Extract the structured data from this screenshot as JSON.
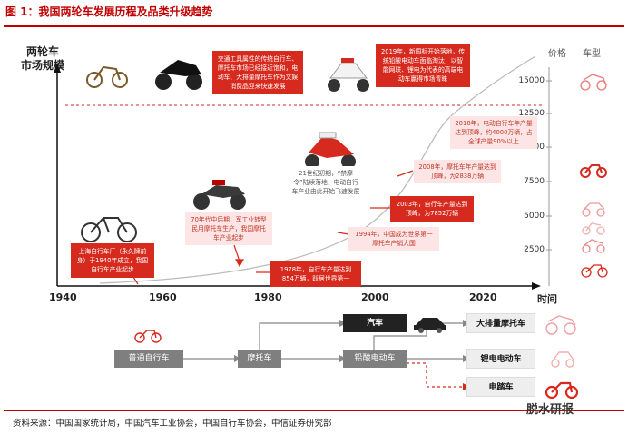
{
  "title": "图 1：我国两轮车发展历程及品类升级趋势",
  "y_axis_label": "两轮车\n市场规模",
  "x_axis_years": [
    "1940",
    "1960",
    "1980",
    "2000",
    "2020"
  ],
  "x_axis_label": "时间",
  "price_label": "价格",
  "type_label": "车型",
  "price_ticks": [
    "15000",
    "12500",
    "10000",
    "7500",
    "5000",
    "2500"
  ],
  "events": {
    "e1940": "上海自行车厂（永久牌前身）于1940年成立，我国自行车产业起步",
    "e1970": "70年代中后期，军工业转型民用摩托车生产，我国摩托车产业起步",
    "e1978": "1978年，自行车产量达到854万辆，跃居世界第一",
    "e1994": "1994年，中国成为世界第一摩托车产销大国",
    "e21c": "21世纪初期，“禁摩令”陆续落地，电动自行车产业由此开始飞速发展",
    "e2003": "2003年，自行车产量达到顶峰，为7852万辆",
    "e2008": "2008年，摩托车年产量达到顶峰，为2838万辆",
    "e2018": "2018年，电动自行车年产量达到顶峰，约4000万辆，占全球产量90%以上",
    "e_mid": "交通工具属性的传统自行车、摩托车市场已经接近饱和，电动车、大排量摩托车作为文娱消费品迎来快速发展",
    "e2019": "2019年，新国标开始落地，传统铅酸电动车面临淘汰，以智能网联、锂电为代表的高端电动车赢得市场青睐"
  },
  "flow": {
    "bicycle": "普通自行车",
    "motorcycle": "摩托车",
    "lead_acid_ev": "铅酸电动车",
    "car": "汽车",
    "large_moto": "大排量摩托车",
    "lithium_ev": "锂电电动车",
    "e_bike": "电踏车"
  },
  "source": "资料来源：中国国家统计局，中国汽车工业协会，中国自行车协会，中信证券研究部",
  "watermark": "脱水研报",
  "colors": {
    "accent": "#c00000",
    "red": "#d62a1e",
    "pink": "#fde5e5",
    "gray": "#7f7f7f"
  }
}
